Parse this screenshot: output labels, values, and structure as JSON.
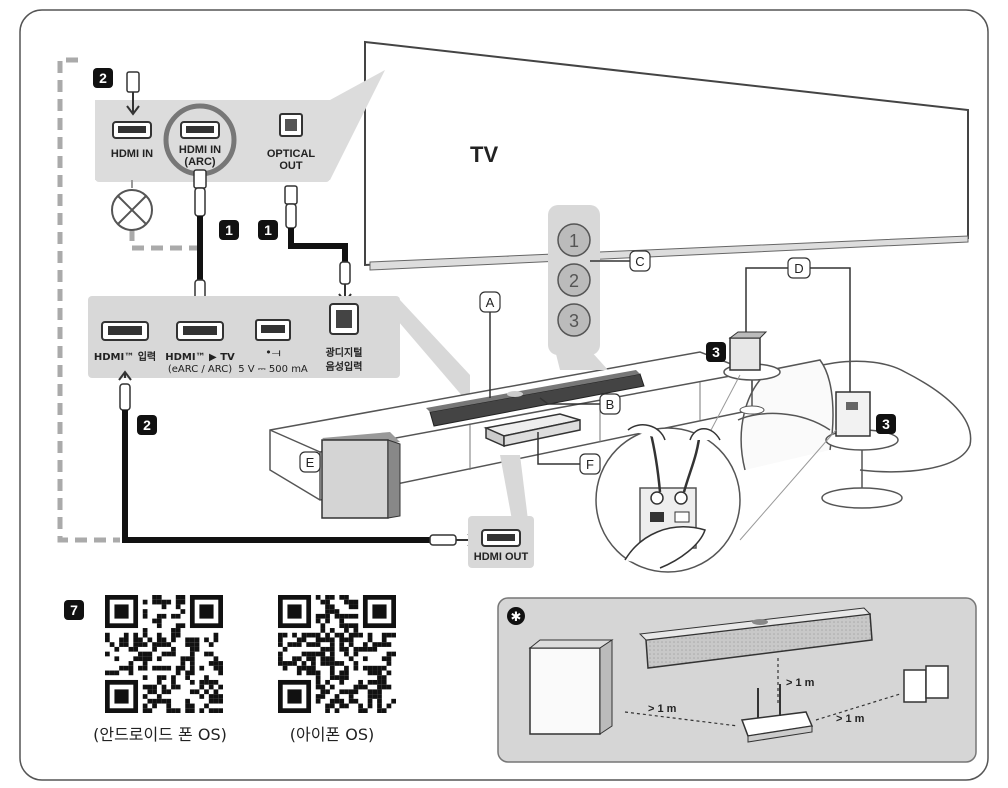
{
  "tv": {
    "label": "TV"
  },
  "tv_ports": {
    "hdmi_in": "HDMI IN",
    "hdmi_arc_1": "HDMI IN",
    "hdmi_arc_2": "(ARC)",
    "optical_1": "OPTICAL",
    "optical_2": "OUT"
  },
  "soundbar_ports": {
    "hdmi_input": "HDMI™ 입력",
    "hdmi_tv_1": "HDMI™ ▶ TV",
    "hdmi_tv_2": "(eARC / ARC)",
    "usb": "5 V ⎓ 500 mA",
    "optical_1": "광디지털",
    "optical_2": "음성입력"
  },
  "device": {
    "hdmi_out": "HDMI OUT"
  },
  "callouts": {
    "a": "A",
    "b": "B",
    "c": "C",
    "d": "D",
    "e": "E",
    "f": "F"
  },
  "buttons": [
    "1",
    "2",
    "3"
  ],
  "steps": {
    "one": "1",
    "two": "2",
    "three": "3",
    "seven": "7"
  },
  "qr": {
    "android": "(안드로이드 폰 OS)",
    "iphone": "(아이폰 OS)"
  },
  "placement": {
    "dist1": "> 1 m",
    "dist2": "> 1 m",
    "dist3": "> 1 m"
  }
}
